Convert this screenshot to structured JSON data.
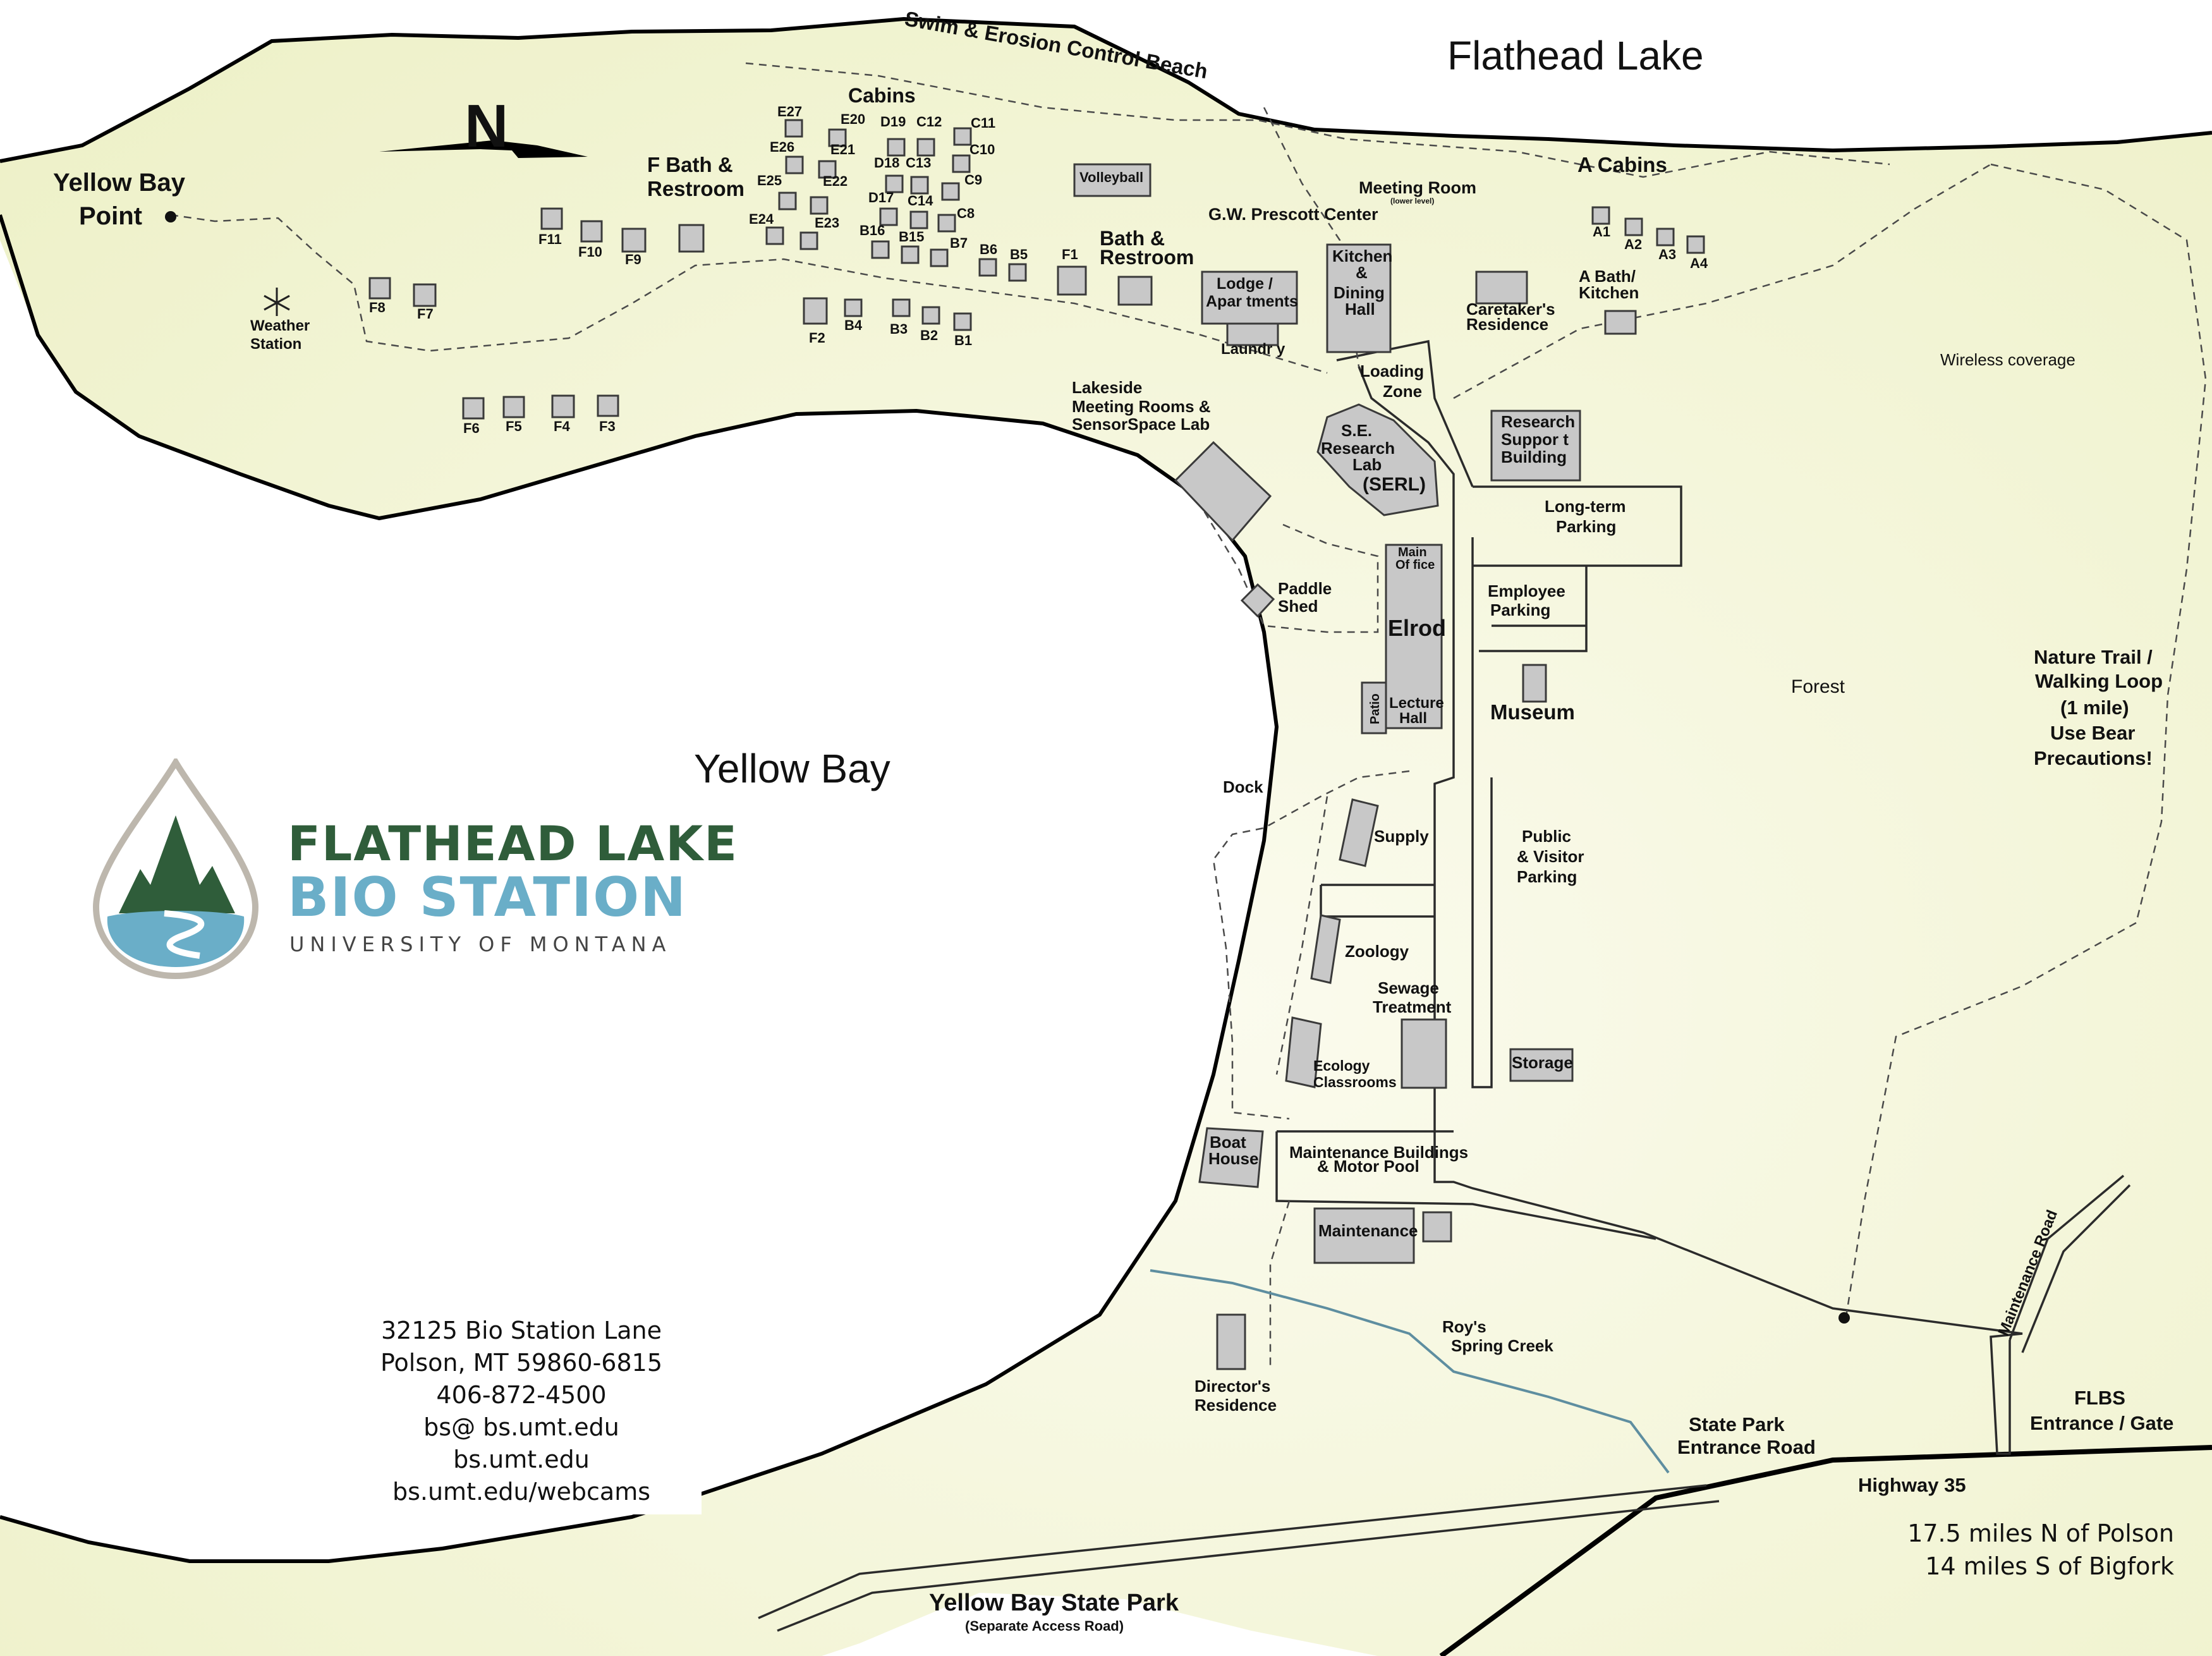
{
  "water": {
    "lake": "Flathead Lake",
    "bay": "Yellow Bay",
    "beach": "Swim & Erosion Control Beach"
  },
  "compass": {
    "north": "N"
  },
  "points": {
    "yellow_bay_point_1": "Yellow Bay",
    "yellow_bay_point_2": "Point",
    "weather_station_1": "Weather",
    "weather_station_2": "Station"
  },
  "cabins": {
    "header": "Cabins",
    "a_cabins": "A Cabins",
    "f_bath_1": "F Bath &",
    "f_bath_2": "Restroom",
    "f_units": [
      "F11",
      "F10",
      "F9",
      "F8",
      "F7",
      "F6",
      "F5",
      "F4",
      "F3",
      "F2",
      "F1"
    ],
    "e_units": [
      "E27",
      "E26",
      "E25",
      "E24",
      "E23",
      "E22",
      "E21",
      "E20"
    ],
    "d_units": [
      "D19",
      "D18",
      "D17"
    ],
    "c_units": [
      "C12",
      "C11",
      "C13",
      "C10",
      "C9",
      "C14",
      "C8"
    ],
    "b_units": [
      "B16",
      "B15",
      "B7",
      "B6",
      "B5",
      "B4",
      "B3",
      "B2",
      "B1"
    ],
    "a_units": [
      "A1",
      "A2",
      "A3",
      "A4"
    ]
  },
  "buildings": {
    "volleyball": "Volleyball",
    "bath_1": "Bath &",
    "bath_2": "Restroom",
    "lodge_1": "Lodge /",
    "lodge_2": "Apar tments",
    "laundry": "Laundr y",
    "prescott": "G.W. Prescott Center",
    "meeting_room": "Meeting Room",
    "meeting_room_sub": "(lower level)",
    "kitchen_1": "Kitchen",
    "kitchen_2": "&",
    "kitchen_3": "Dining",
    "kitchen_4": "Hall",
    "caretaker_1": "Caretaker's",
    "caretaker_2": "Residence",
    "a_bath_1": "A Bath/",
    "a_bath_2": "Kitchen",
    "loading_1": "Loading",
    "loading_2": "Zone",
    "lakeside_1": "Lakeside",
    "lakeside_2": "Meeting Rooms &",
    "lakeside_3": "SensorSpace Lab",
    "serl_1": "S.E.",
    "serl_2": "Research",
    "serl_3": "Lab",
    "serl_4": "(SERL)",
    "research_1": "Research",
    "research_2": "Suppor t",
    "research_3": "Building",
    "longterm_1": "Long-term",
    "longterm_2": "Parking",
    "main_office_1": "Main",
    "main_office_2": "Of fice",
    "elrod": "Elrod",
    "lecture_1": "Lecture",
    "lecture_2": "Hall",
    "patio": "Patio",
    "paddle_1": "Paddle",
    "paddle_2": "Shed",
    "employee_1": "Employee",
    "employee_2": "Parking",
    "museum": "Museum",
    "dock": "Dock",
    "supply": "Supply",
    "public_1": "Public",
    "public_2": "& Visitor",
    "public_3": "Parking",
    "zoology": "Zoology",
    "sewage_1": "Sewage",
    "sewage_2": "Treatment",
    "ecology_1": "Ecology",
    "ecology_2": "Classrooms",
    "storage": "Storage",
    "boat_1": "Boat",
    "boat_2": "House",
    "maint_bldg_1": "Maintenance Buildings",
    "maint_bldg_2": "& Motor Pool",
    "maintenance": "Maintenance",
    "director_1": "Director's",
    "director_2": "Residence",
    "creek_1": "Roy's",
    "creek_2": "Spring Creek"
  },
  "areas": {
    "wireless": "Wireless coverage",
    "forest": "Forest",
    "trail_1": "Nature Trail /",
    "trail_2": "Walking Loop",
    "trail_3": "(1 mile)",
    "trail_4": "Use Bear",
    "trail_5": "Precautions!"
  },
  "roads": {
    "maintenance_road": "Maintenance Road",
    "gate_1": "FLBS",
    "gate_2": "Entrance / Gate",
    "state_park_road_1": "State Park",
    "state_park_road_2": "Entrance Road",
    "highway": "Highway 35",
    "state_park": "Yellow Bay State Park",
    "state_park_sub": "(Separate Access Road)"
  },
  "logo": {
    "line1": "FLATHEAD LAKE",
    "line2": "BIO STATION",
    "line3": "UNIVERSITY OF MONTANA"
  },
  "contact": {
    "address1": "32125 Bio Station Lane",
    "address2": "Polson, MT 59860-6815",
    "phone": "406-872-4500",
    "email": "bs@ bs.umt.edu",
    "web": "bs.umt.edu",
    "webcams": "bs.umt.edu/webcams"
  },
  "distance": {
    "polson": "17.5 miles N of Polson",
    "bigfork": "14 miles S of Bigfork"
  },
  "colors": {
    "land": "#f1f3d2",
    "land_light": "#fbfbee",
    "water": "#ffffff",
    "creek": "#5e8ea0",
    "logo_green": "#2f5d3a",
    "logo_blue": "#6aaec8"
  }
}
